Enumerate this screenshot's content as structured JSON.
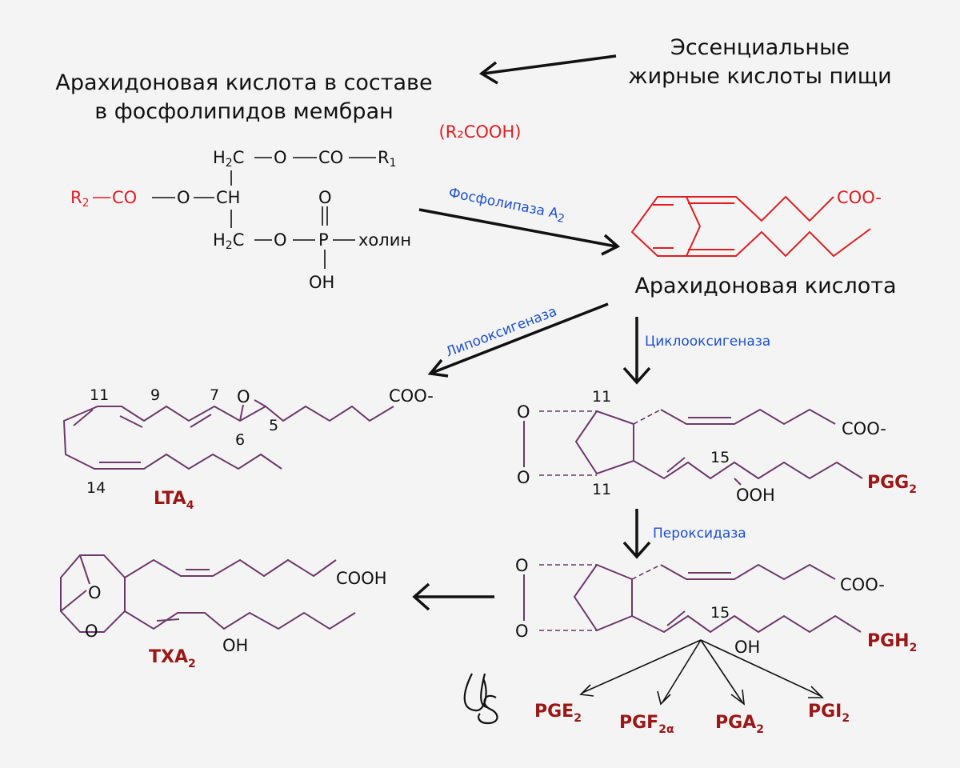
{
  "texts": {
    "source_line1": "Эссенциальные",
    "source_line2": "жирные кислоты пищи",
    "membrane_line1": "Арахидоновая кислота в составе",
    "membrane_line2": "в фосфолипидов мембран",
    "r2cooh": "(R₂COOH)",
    "arachidonic_acid": "Арахидоновая кислота",
    "choline": "холин",
    "coo_minus": "COO-",
    "cooh": "COOH",
    "oh": "OH",
    "ooh": "OOH"
  },
  "enzymes": {
    "phospholipase": "Фосфолипаза A",
    "phospholipase_sub": "2",
    "lipoxygenase": "Липооксигеназа",
    "cyclooxygenase": "Циклооксигеназа",
    "peroxidase": "Пероксидаза"
  },
  "labels": {
    "lta": "LTA",
    "lta_sub": "4",
    "pgg": "PGG",
    "pgg_sub": "2",
    "pgh": "PGH",
    "pgh_sub": "2",
    "txa": "TXA",
    "txa_sub": "2",
    "pge": "PGE",
    "pge_sub": "2",
    "pgf": "PGF",
    "pgf_sub": "2α",
    "pga": "PGA",
    "pga_sub": "2",
    "pgi": "PGI",
    "pgi_sub": "2"
  },
  "numbers": {
    "n11": "11",
    "n9": "9",
    "n7": "7",
    "n6": "6",
    "n5": "5",
    "n14": "14",
    "n15": "15"
  },
  "colors": {
    "text": "#111111",
    "fatty_acid": "#e11d22",
    "enzyme": "#1b4fd6",
    "label": "#9c1616",
    "structure": "#6b3a6b"
  }
}
